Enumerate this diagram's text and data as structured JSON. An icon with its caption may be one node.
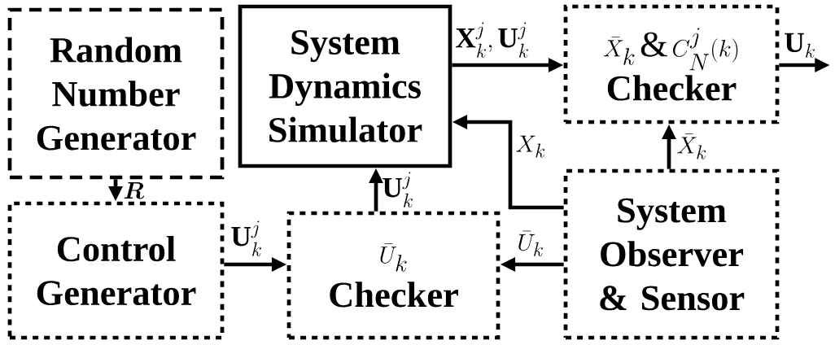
{
  "diagram": {
    "nodes": [
      {
        "text": [
          "Random Number Generator"
        ]
      },
      {
        "text": [
          "System Dynamics Simulator"
        ]
      },
      {
        "text": [
          "\\bar{X}_k\\,\\boldsymbol{\\&}\\,C_N^j(k)",
          "Checker"
        ]
      },
      {
        "text": [
          "Control Generator"
        ]
      },
      {
        "text": [
          "\\bar{U}_k",
          "Checker"
        ]
      },
      {
        "text": [
          "System Observer & Sensor"
        ]
      }
    ],
    "edges": [
      {
        "from": 0,
        "to": 3,
        "arrow": "to",
        "label": "\\boldsymbol{R}"
      },
      {
        "from": 3,
        "to": 4,
        "arrow": "to",
        "label": "\\mathbf{U}_k^j"
      },
      {
        "from": 4,
        "to": 1,
        "arrow": "to",
        "label": "\\mathbf{U}_k^j"
      },
      {
        "from": 5,
        "to": 4,
        "arrow": "to",
        "label": "\\bar{U}_k"
      },
      {
        "from": 5,
        "to": 1,
        "arrow": "to",
        "label": "X_k"
      },
      {
        "from": 1,
        "to": 2,
        "arrow": "to",
        "label": "\\mathbf{X}_k^j,\\mathbf{U}_k^j"
      },
      {
        "from": 5,
        "to": 2,
        "arrow": "to",
        "label": "\\bar{X}_k"
      },
      {
        "from": 2,
        "to": null,
        "arrow": "to",
        "label": "\\mathbf{U}_k"
      }
    ]
  }
}
